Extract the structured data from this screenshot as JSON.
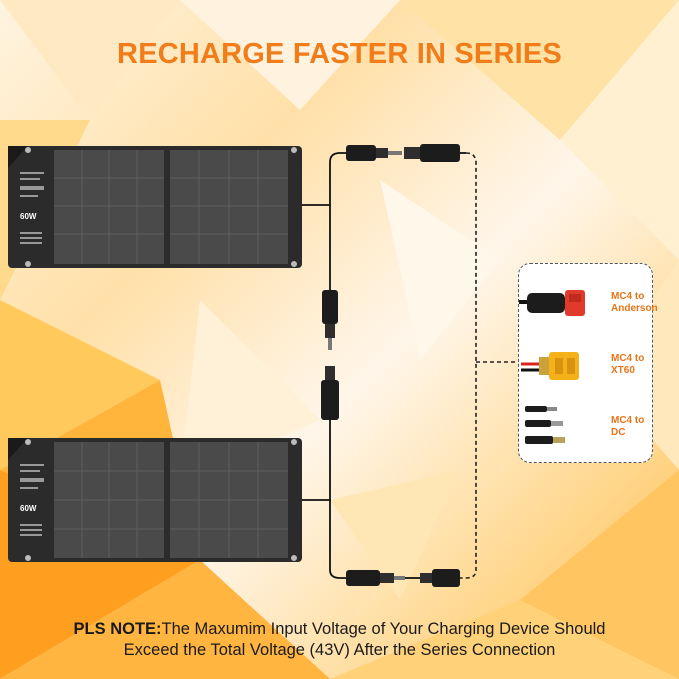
{
  "title": "RECHARGE FASTER IN SERIES",
  "panels": [
    {
      "wattage": "60W"
    },
    {
      "wattage": "60W"
    }
  ],
  "connectors": [
    {
      "label_line1": "MC4 to",
      "label_line2": "Anderson"
    },
    {
      "label_line1": "MC4 to",
      "label_line2": "XT60"
    },
    {
      "label_line1": "MC4 to",
      "label_line2": "DC"
    }
  ],
  "note": {
    "prefix": "PLS NOTE:",
    "line1": "The Maxumim Input Voltage of Your Charging Device Should",
    "line2": "Exceed the Total Voltage (43V) After the Series Connection"
  },
  "colors": {
    "accent": "#f07d1a",
    "panel_body": "#2b2b2b",
    "panel_cells": "#4a4a4a"
  }
}
